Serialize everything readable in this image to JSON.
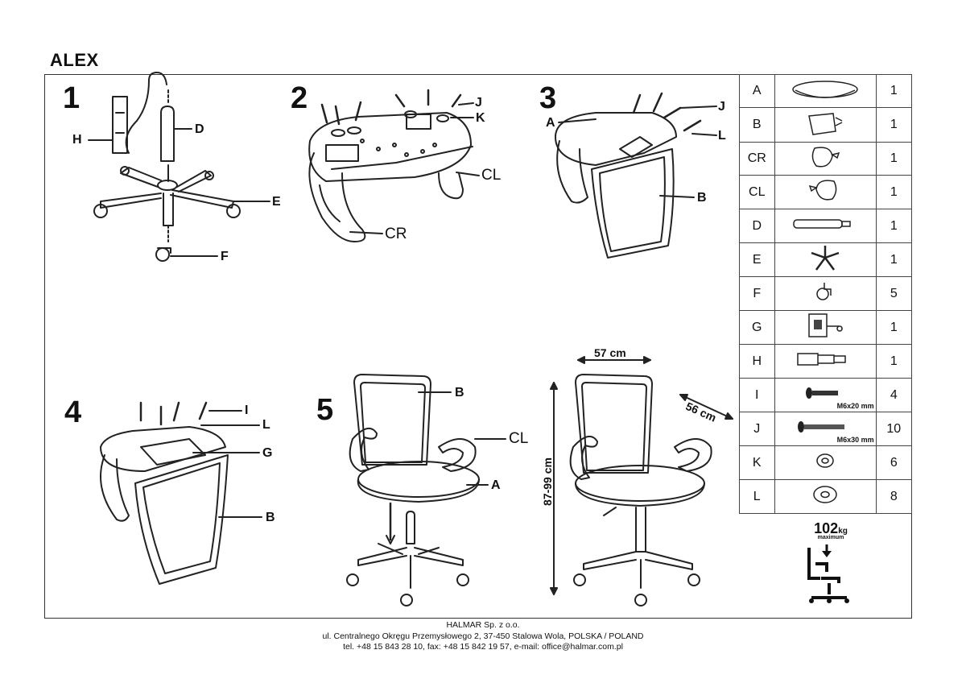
{
  "title": "ALEX",
  "steps": [
    {
      "number": "1",
      "labels": [
        "H",
        "D",
        "E",
        "F"
      ]
    },
    {
      "number": "2",
      "labels": [
        "J",
        "K",
        "CL",
        "CR"
      ]
    },
    {
      "number": "3",
      "labels": [
        "A",
        "J",
        "L",
        "B"
      ]
    },
    {
      "number": "4",
      "labels": [
        "I",
        "L",
        "G",
        "B"
      ]
    },
    {
      "number": "5",
      "labels": [
        "B",
        "CL",
        "A"
      ]
    }
  ],
  "dimensions": {
    "width": "57 cm",
    "depth": "56 cm",
    "height": "87-99 cm"
  },
  "parts": [
    {
      "code": "A",
      "qty": "1",
      "icon": "seat-icon"
    },
    {
      "code": "B",
      "qty": "1",
      "icon": "backrest-icon"
    },
    {
      "code": "CR",
      "qty": "1",
      "icon": "right-armrest-icon"
    },
    {
      "code": "CL",
      "qty": "1",
      "icon": "left-armrest-icon"
    },
    {
      "code": "D",
      "qty": "1",
      "icon": "gas-lift-icon"
    },
    {
      "code": "E",
      "qty": "1",
      "icon": "star-base-icon"
    },
    {
      "code": "F",
      "qty": "5",
      "icon": "caster-icon"
    },
    {
      "code": "G",
      "qty": "1",
      "icon": "mechanism-icon"
    },
    {
      "code": "H",
      "qty": "1",
      "icon": "telescopic-cover-icon"
    },
    {
      "code": "I",
      "qty": "4",
      "icon": "bolt-short-icon",
      "spec": "M6x20 mm"
    },
    {
      "code": "J",
      "qty": "10",
      "icon": "bolt-long-icon",
      "spec": "M6x30 mm"
    },
    {
      "code": "K",
      "qty": "6",
      "icon": "washer-small-icon"
    },
    {
      "code": "L",
      "qty": "8",
      "icon": "washer-large-icon"
    }
  ],
  "max_load": {
    "value": "102",
    "unit": "kg",
    "caption": "maximum"
  },
  "footer": {
    "company": "HALMAR Sp. z o.o.",
    "address": "ul. Centralnego Okręgu Przemysłowego 2, 37-450 Stalowa Wola, POLSKA / POLAND",
    "contact": "tel. +48 15 843 28 10, fax: +48 15 842 19 57, e-mail: office@halmar.com.pl"
  }
}
